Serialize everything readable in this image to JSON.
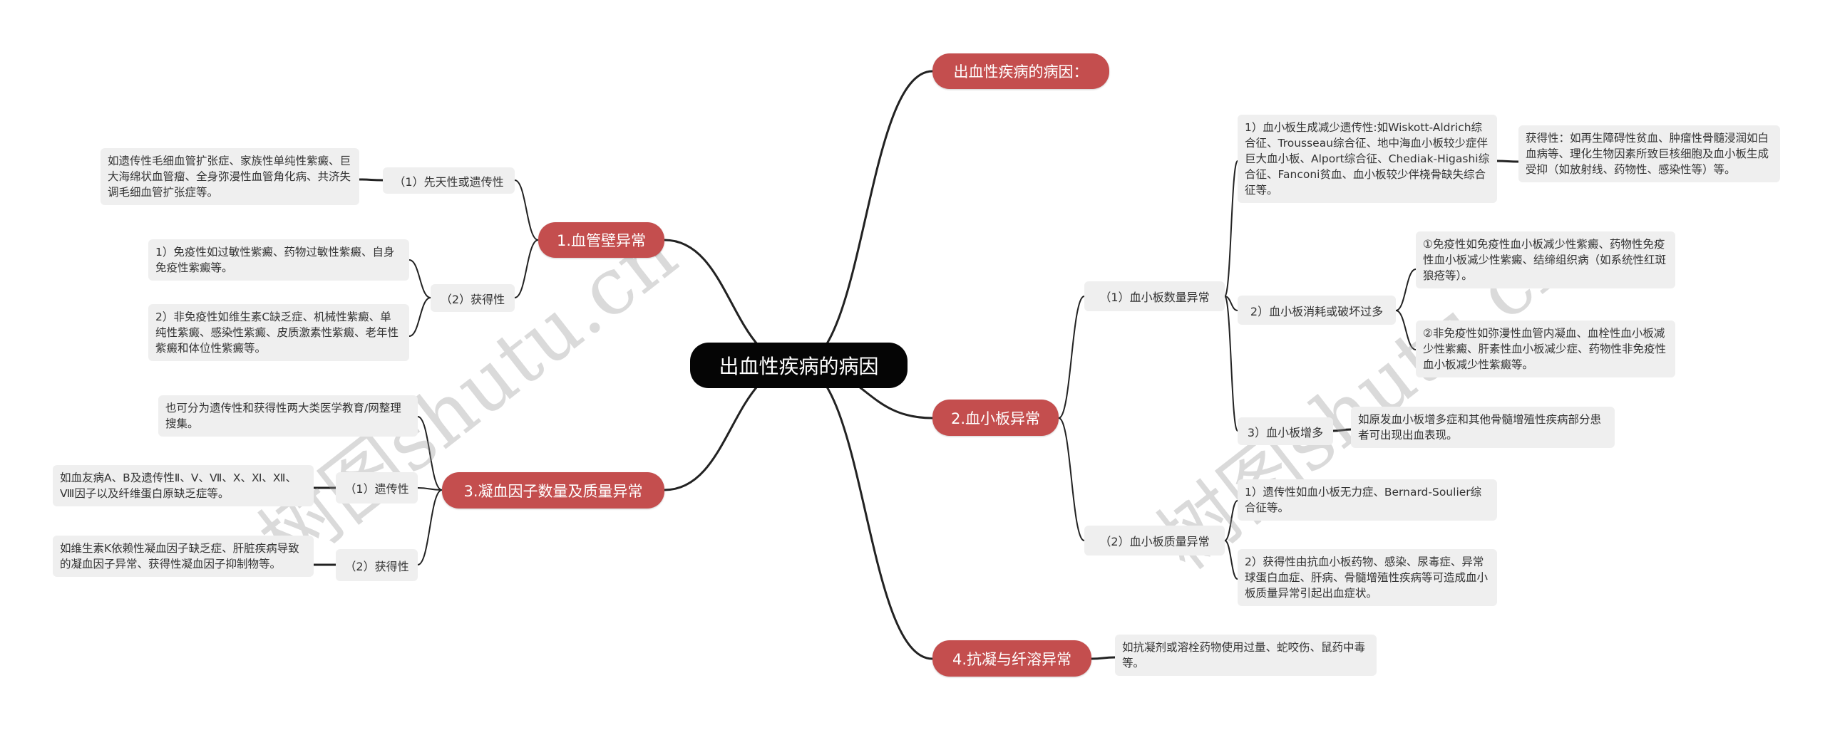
{
  "root": "出血性疾病的病因",
  "watermark": "树图shutu.cn",
  "branches": {
    "title": "出血性疾病的病因：",
    "b1": {
      "label": "1.血管壁异常",
      "s1": "（1）先天性或遗传性",
      "s1_detail": "如遗传性毛细血管扩张症、家族性单纯性紫癜、巨大海绵状血管瘤、全身弥漫性血管角化病、共济失调毛细血管扩张症等。",
      "s2": "（2）获得性",
      "s2_d1": "1）免疫性如过敏性紫癜、药物过敏性紫癜、自身免疫性紫癜等。",
      "s2_d2": "2）非免疫性如维生素C缺乏症、机械性紫癜、单纯性紫癜、感染性紫癜、皮质激素性紫癜、老年性紫癜和体位性紫癜等。"
    },
    "b2": {
      "label": "2.血小板异常",
      "s1": "（1）血小板数量异常",
      "s1_c1": "1）血小板生成减少遗传性:如Wiskott-Aldrich综合征、Trousseau综合征、地中海血小板较少症伴巨大血小板、Alport综合征、Chediak-Higashi综合征、Fanconi贫血、血小板较少伴桡骨缺失综合征等。",
      "s1_c1_detail": "获得性：如再生障碍性贫血、肿瘤性骨髓浸润如白血病等、理化生物因素所致巨核细胞及血小板生成受抑（如放射线、药物性、感染性等）等。",
      "s1_c2": "2）血小板消耗或破坏过多",
      "s1_c2_d1": "①免疫性如免疫性血小板减少性紫癜、药物性免疫性血小板减少性紫癜、结缔组织病（如系统性红斑狼疮等）。",
      "s1_c2_d2": "②非免疫性如弥漫性血管内凝血、血栓性血小板减少性紫癜、肝素性血小板减少症、药物性非免疫性血小板减少性紫癜等。",
      "s1_c3": "3）血小板增多",
      "s1_c3_detail": "如原发血小板增多症和其他骨髓增殖性疾病部分患者可出现出血表现。",
      "s2": "（2）血小板质量异常",
      "s2_d1": "1）遗传性如血小板无力症、Bernard-Soulier综合征等。",
      "s2_d2": "2）获得性由抗血小板药物、感染、尿毒症、异常球蛋白血症、肝病、骨髓增殖性疾病等可造成血小板质量异常引起出血症状。"
    },
    "b3": {
      "label": "3.凝血因子数量及质量异常",
      "note": "也可分为遗传性和获得性两大类医学教育/网整理搜集。",
      "s1": "（1）遗传性",
      "s1_detail": "如血友病A、B及遗传性Ⅱ、Ⅴ、Ⅶ、Ⅹ、Ⅺ、Ⅻ、Ⅷ因子以及纤维蛋白原缺乏症等。",
      "s2": "（2）获得性",
      "s2_detail": "如维生素K依赖性凝血因子缺乏症、肝脏疾病导致的凝血因子异常、获得性凝血因子抑制物等。"
    },
    "b4": {
      "label": "4.抗凝与纤溶异常",
      "detail": "如抗凝剂或溶栓药物使用过量、蛇咬伤、鼠药中毒等。"
    }
  },
  "colors": {
    "root": "#050505",
    "main": "#c44e4e",
    "leaf": "#efefef",
    "line": "#222222"
  }
}
